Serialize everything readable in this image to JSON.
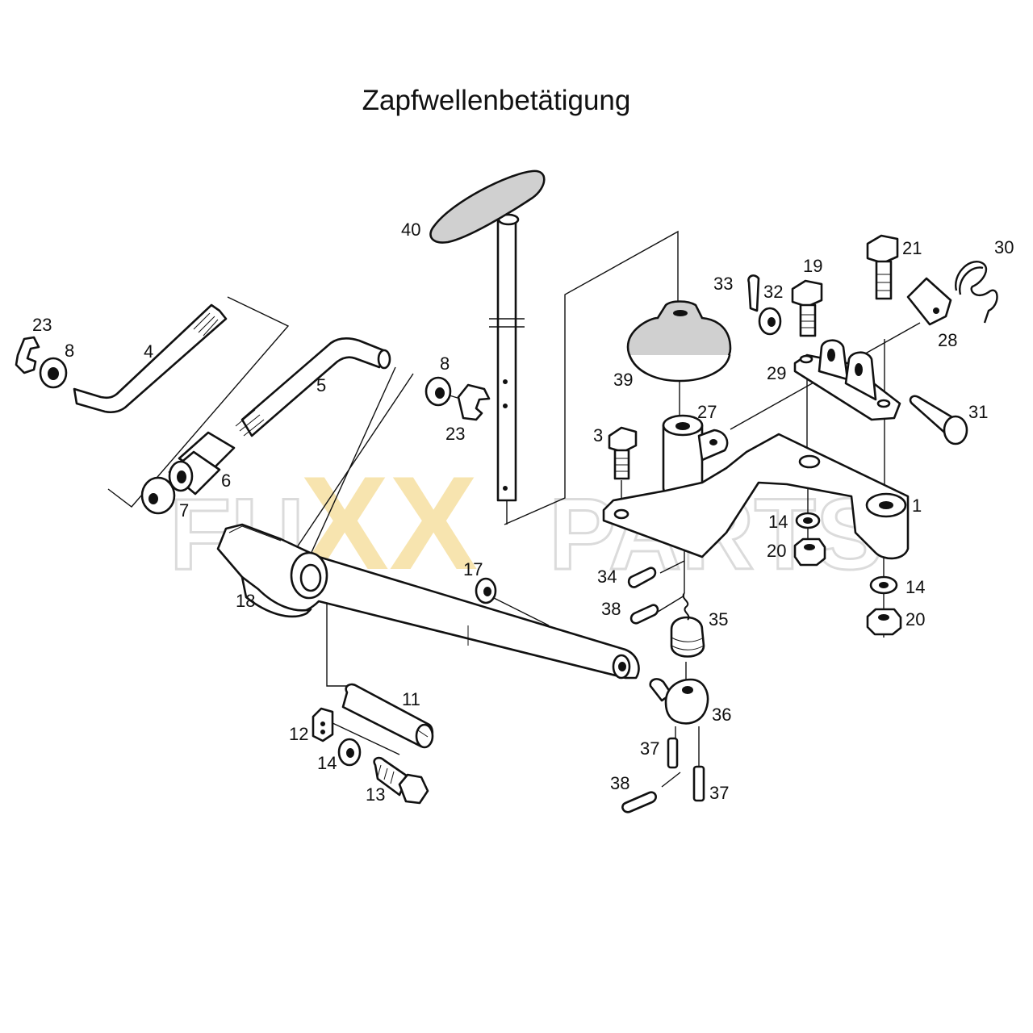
{
  "title": "Zapfwellenbetätigung",
  "watermark": {
    "text_left": "FU",
    "text_mid": "XX",
    "text_right": "PARTS",
    "color_outline": "#d8d8d8",
    "color_accent": "#f5d98a"
  },
  "labels": {
    "l40": "40",
    "l4": "4",
    "l5": "5",
    "l6": "6",
    "l7": "7",
    "l8a": "8",
    "l23a": "23",
    "l8b": "8",
    "l23b": "23",
    "l39": "39",
    "l27": "27",
    "l3": "3",
    "l33": "33",
    "l32": "32",
    "l19": "19",
    "l21": "21",
    "l30": "30",
    "l28": "28",
    "l29": "29",
    "l31": "31",
    "l1": "1",
    "l14a": "14",
    "l20a": "20",
    "l14b": "14",
    "l20b": "20",
    "l34": "34",
    "l38a": "38",
    "l35": "35",
    "l17": "17",
    "l18": "18",
    "l11": "11",
    "l12": "12",
    "l14c": "14",
    "l13": "13",
    "l36": "36",
    "l37a": "37",
    "l38b": "38",
    "l37b": "37"
  }
}
